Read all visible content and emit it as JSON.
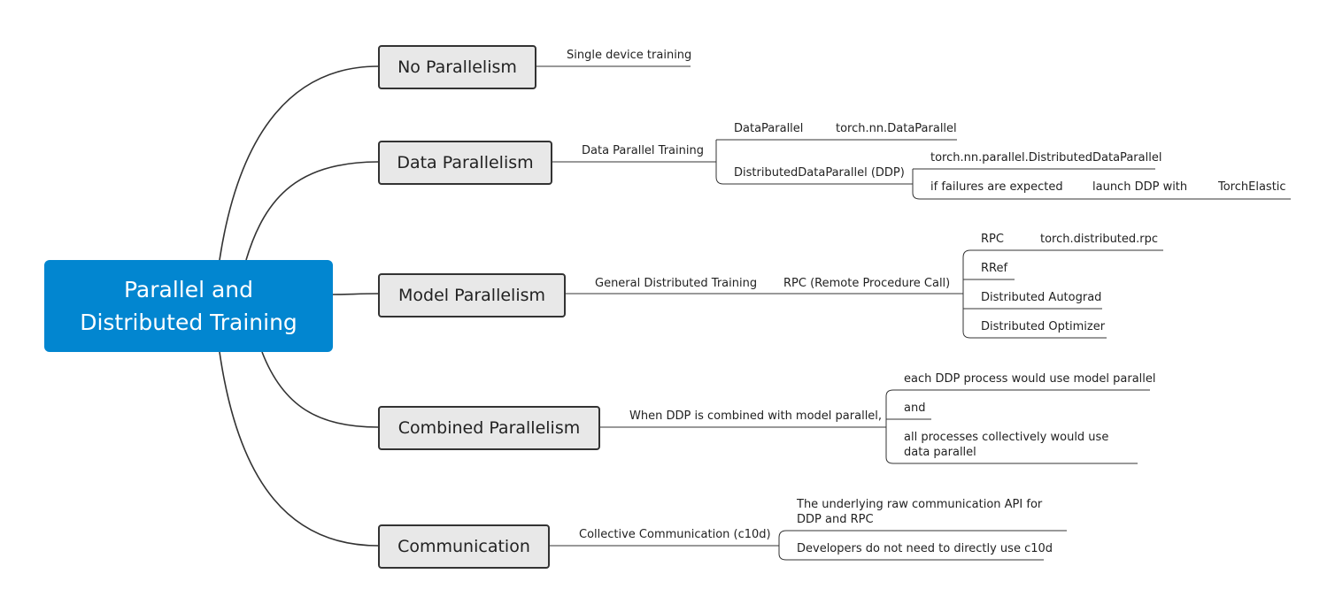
{
  "root": {
    "line1": "Parallel and",
    "line2": "Distributed Training"
  },
  "branches": {
    "no_parallelism": {
      "title": "No Parallelism",
      "single_device": "Single device training"
    },
    "data_parallelism": {
      "title": "Data Parallelism",
      "data_parallel_training": "Data Parallel Training",
      "dataparallel": "DataParallel",
      "torch_nn_dataparallel": "torch.nn.DataParallel",
      "ddp": "DistributedDataParallel (DDP)",
      "torch_nn_parallel_ddp": "torch.nn.parallel.DistributedDataParallel",
      "if_failures": "if failures are expected",
      "launch_ddp": "launch DDP with",
      "torchelastic": "TorchElastic"
    },
    "model_parallelism": {
      "title": "Model Parallelism",
      "general_distributed": "General Distributed Training",
      "rpc_full": "RPC (Remote Procedure Call)",
      "rpc": "RPC",
      "torch_distributed_rpc": "torch.distributed.rpc",
      "rref": "RRef",
      "dist_autograd": "Distributed Autograd",
      "dist_optimizer": "Distributed Optimizer"
    },
    "combined_parallelism": {
      "title": "Combined Parallelism",
      "when_ddp": "When DDP is combined with model parallel,",
      "each_ddp": "each DDP process would use model parallel",
      "and": "and",
      "all_processes": "all processes collectively would use data parallel"
    },
    "communication": {
      "title": "Communication",
      "c10d": "Collective Communication (c10d)",
      "underlying_api": "The underlying raw communication API for DDP and RPC",
      "developers": "Developers do not need to directly use c10d"
    }
  },
  "colors": {
    "root_fill": "#0286d0",
    "node_fill": "#e8e8e8",
    "node_border": "#333333",
    "line": "#333333"
  }
}
